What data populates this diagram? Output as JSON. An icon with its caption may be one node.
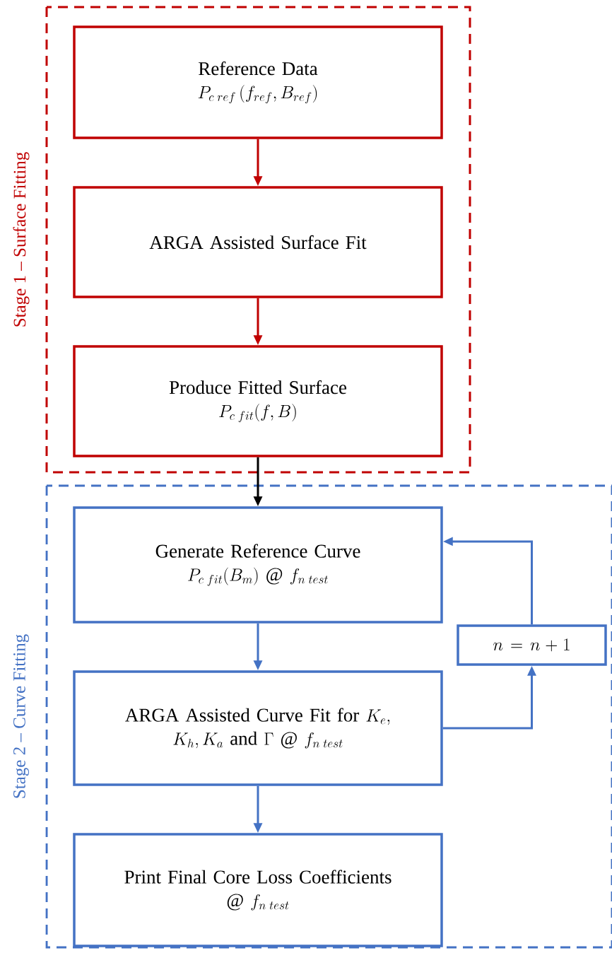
{
  "diagram": {
    "nodes": [
      {
        "text": [
          "Stage 1 – Surface Fitting"
        ]
      },
      {
        "text": [
          "Reference Data",
          "P_{c\\;ref}\\left(f_{ref}, B_{ref}\\right)"
        ],
        "in": 0
      },
      {
        "text": [
          "ARGA Assisted Surface Fit"
        ],
        "in": 0
      },
      {
        "text": [
          "Produce Fitted Surface",
          "P_{c\\;fit}(f, B)"
        ],
        "in": 0
      },
      {
        "text": [
          "Stage 2 – Curve Fitting"
        ]
      },
      {
        "text": [
          "Generate Reference Curve",
          "P_{c\\;fit}(B_{m})\\text{ @ }f_{n\\;test}"
        ],
        "in": 4
      },
      {
        "text": [
          "\\text{ARGA Assisted Curve Fit for }K_{e},\\allowbreak\\ K_{h}, K_{a}\\text{ and }\\Gamma\\text{ @ }f_{n\\;test}"
        ],
        "in": 4
      },
      {
        "text": [
          "Print Final Core Loss Coefficients",
          "\\text{@ }f_{n\\;test}"
        ],
        "in": 4
      },
      {
        "text": [
          "n = n + 1"
        ],
        "in": 4
      }
    ],
    "edges": [
      {
        "from": 1,
        "to": 2,
        "arrow": "to",
        "color": "#c00000"
      },
      {
        "from": 2,
        "to": 3,
        "arrow": "to",
        "color": "#c00000"
      },
      {
        "from": 3,
        "to": 5,
        "arrow": "to",
        "color": "#000000"
      },
      {
        "from": 5,
        "to": 6,
        "arrow": "to",
        "color": "#4472c4"
      },
      {
        "from": 6,
        "to": 7,
        "arrow": "to",
        "color": "#4472c4"
      },
      {
        "from": 6,
        "to": 8,
        "arrow": "to",
        "color": "#4472c4"
      },
      {
        "from": 8,
        "to": 5,
        "arrow": "to",
        "color": "#4472c4"
      }
    ]
  }
}
